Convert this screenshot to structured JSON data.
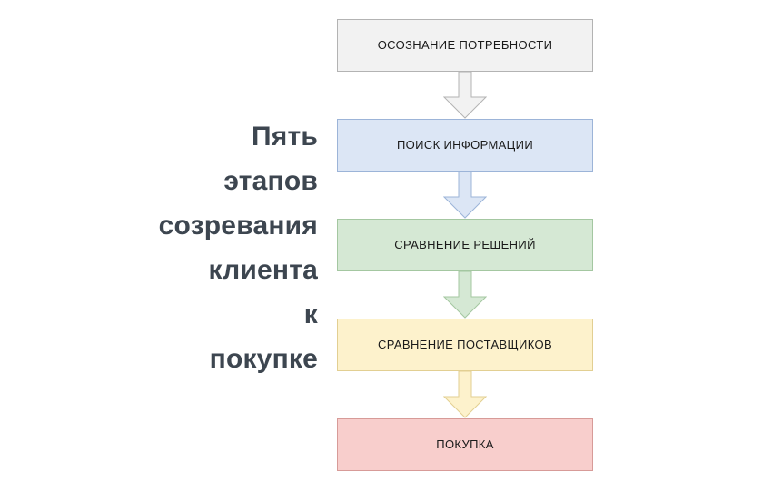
{
  "diagram": {
    "title_lines": [
      "Пять",
      "этапов",
      "созревания",
      "клиента",
      "к",
      "покупке"
    ],
    "title_color": "#3d4650",
    "background_color": "#ffffff",
    "nodes": [
      {
        "label": "ОСОЗНАНИЕ ПОТРЕБНОСТИ",
        "fill": "#f2f2f2",
        "stroke": "#b3b3b3",
        "text_color": "#1a1a1a"
      },
      {
        "label": "ПОИСК ИНФОРМАЦИИ",
        "fill": "#dce6f5",
        "stroke": "#9cb4d8",
        "text_color": "#1a1a1a"
      },
      {
        "label": "СРАВНЕНИЕ РЕШЕНИЙ",
        "fill": "#d5e8d4",
        "stroke": "#a4c7a1",
        "text_color": "#1a1a1a"
      },
      {
        "label": "СРАВНЕНИЕ ПОСТАВЩИКОВ",
        "fill": "#fdf2cc",
        "stroke": "#e2cf92",
        "text_color": "#1a1a1a"
      },
      {
        "label": "ПОКУПКА",
        "fill": "#f8cecc",
        "stroke": "#d79b98",
        "text_color": "#1a1a1a"
      }
    ],
    "arrows": [
      {
        "from": "ОСОЗНАНИЕ ПОТРЕБНОСТИ",
        "to": "ПОИСК ИНФОРМАЦИИ",
        "fill": "#f2f2f2",
        "stroke": "#b3b3b3"
      },
      {
        "from": "ПОИСК ИНФОРМАЦИИ",
        "to": "СРАВНЕНИЕ РЕШЕНИЙ",
        "fill": "#dce6f5",
        "stroke": "#9cb4d8"
      },
      {
        "from": "СРАВНЕНИЕ РЕШЕНИЙ",
        "to": "СРАВНЕНИЕ ПОСТАВЩИКОВ",
        "fill": "#d5e8d4",
        "stroke": "#a4c7a1"
      },
      {
        "from": "СРАВНЕНИЕ ПОСТАВЩИКОВ",
        "to": "ПОКУПКА",
        "fill": "#fdf2cc",
        "stroke": "#e2cf92"
      }
    ]
  }
}
